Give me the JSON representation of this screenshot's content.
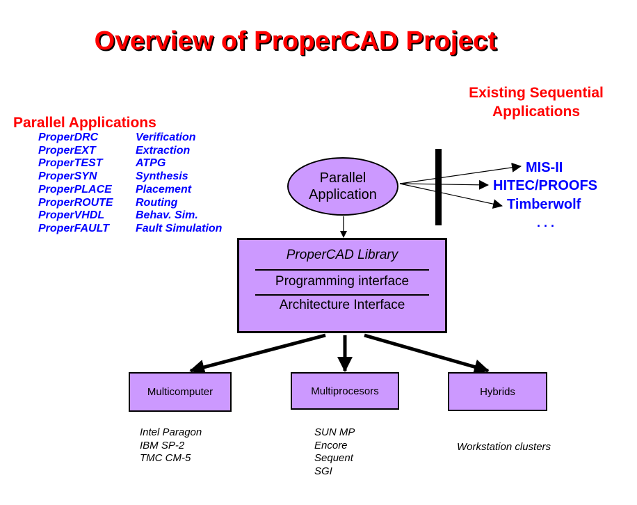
{
  "title": "Overview of ProperCAD Project",
  "parallel_apps": {
    "heading": "Parallel Applications",
    "items": [
      {
        "name": "ProperDRC",
        "desc": "Verification"
      },
      {
        "name": "ProperEXT",
        "desc": "Extraction"
      },
      {
        "name": "ProperTEST",
        "desc": "ATPG"
      },
      {
        "name": "ProperSYN",
        "desc": "Synthesis"
      },
      {
        "name": "ProperPLACE",
        "desc": "Placement"
      },
      {
        "name": "ProperROUTE",
        "desc": "Routing"
      },
      {
        "name": "ProperVHDL",
        "desc": "Behav. Sim."
      },
      {
        "name": "ProperFAULT",
        "desc": "Fault Simulation"
      }
    ]
  },
  "sequential_apps": {
    "heading_line1": "Existing Sequential",
    "heading_line2": "Applications",
    "items": [
      "MIS-II",
      "HITEC/PROOFS",
      "Timberwolf"
    ],
    "more": ". . ."
  },
  "parallel_application": {
    "line1": "Parallel",
    "line2": "Application"
  },
  "library": {
    "name": "ProperCAD Library",
    "layer1": "Programming interface",
    "layer2": "Architecture Interface"
  },
  "architectures": [
    {
      "label": "Multicomputer",
      "platforms": [
        "Intel Paragon",
        "IBM SP-2",
        "TMC CM-5"
      ]
    },
    {
      "label": "Multiprocesors",
      "platforms": [
        "SUN MP",
        "Encore",
        "Sequent",
        "SGI"
      ]
    },
    {
      "label": "Hybrids",
      "platforms": [
        "Workstation clusters"
      ]
    }
  ],
  "colors": {
    "title": "#ff0000",
    "headings": "#ff0000",
    "app_names": "#0000ff",
    "box_fill": "#cc99ff",
    "lines": "#000000"
  }
}
